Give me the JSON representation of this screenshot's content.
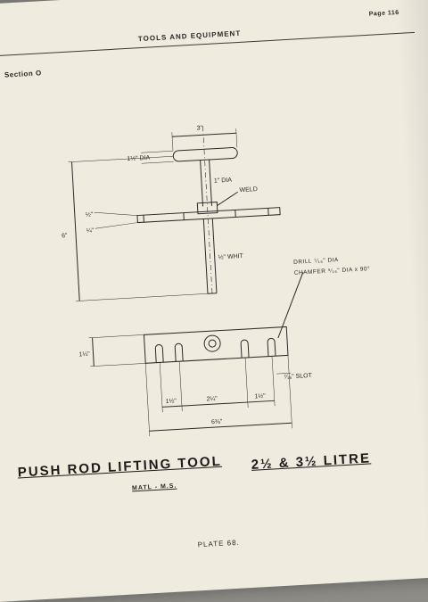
{
  "header": {
    "section": "Section O",
    "title": "TOOLS AND EQUIPMENT",
    "page": "Page 116"
  },
  "drawing": {
    "dims": {
      "handle_length": "3\"",
      "handle_dia": "1½\" DIA",
      "shaft_dia": "1\" DIA",
      "weld": "WELD",
      "half_a": "½\"",
      "quarter": "¼\"",
      "overall_height": "6\"",
      "thread": "½\" WHIT",
      "plate_height": "1¼\"",
      "slot": "⁷⁄₁₆\" SLOT",
      "spacing_1": "1½\"",
      "spacing_2": "2¼\"",
      "spacing_3": "1½\"",
      "overall_width": "6⅜\""
    },
    "notes": {
      "drill": "DRILL ⁷⁄₁₆\" DIA",
      "chamfer": "CHAMFER ⁹⁄₁₆\" DIA x 90°"
    }
  },
  "title": {
    "main": "PUSH ROD LIFTING TOOL",
    "size": "2½ & 3½ LITRE",
    "material": "MATL - M.S."
  },
  "footer": {
    "plate": "PLATE 68."
  }
}
